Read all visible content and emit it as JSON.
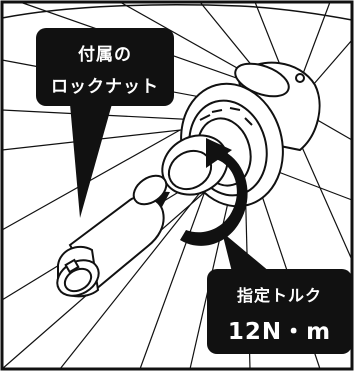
{
  "callouts": {
    "lock_nut_line1": "付属の",
    "lock_nut_line2": "ロックナット",
    "torque_line1": "指定トルク",
    "torque_line2": "12N・m"
  },
  "icons": {
    "insert_arrow": "arrow-insert-icon",
    "rotate_arrow": "rotate-clockwise-icon"
  },
  "colors": {
    "ink": "#111111",
    "background": "#ffffff",
    "callout_text": "#ffffff"
  }
}
